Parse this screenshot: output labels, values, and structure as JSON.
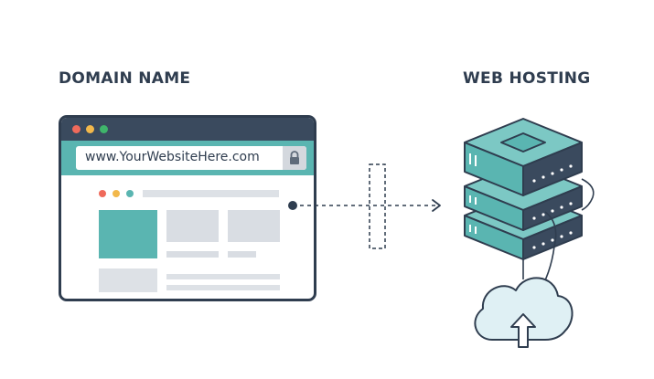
{
  "headings": {
    "domain": "DOMAIN NAME",
    "hosting": "WEB HOSTING"
  },
  "browser": {
    "url": "www.YourWebsiteHere.com",
    "window_dots": [
      "#ef6a5b",
      "#f2b84b",
      "#3fb56b"
    ],
    "content_dots": [
      "#ef6a5b",
      "#f2b84b",
      "#5ab5b1"
    ]
  },
  "icons": {
    "lock": "lock-icon",
    "server": "server-stack-icon",
    "cloud": "cloud-upload-icon",
    "arrow": "dashed-arrow-icon"
  },
  "colors": {
    "navy": "#2f3d4f",
    "teal": "#5ab5b1",
    "teal_light": "#7cc8c4",
    "placeholder": "#d9dde3",
    "cloud_fill": "#dff0f4"
  }
}
